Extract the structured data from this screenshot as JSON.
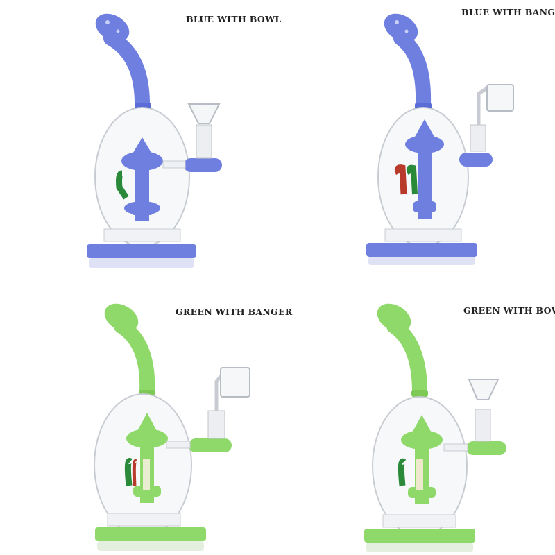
{
  "products": [
    {
      "label": "BLUE WITH BOWL",
      "color": "#6f7fe0",
      "dark": "#4a5bc8",
      "attachment": "bowl"
    },
    {
      "label": "BLUE WITH BANGER",
      "color": "#6f7fe0",
      "dark": "#4a5bc8",
      "attachment": "banger"
    },
    {
      "label": "GREEN WITH BANGER",
      "color": "#8fd86a",
      "dark": "#6cbd45",
      "attachment": "banger"
    },
    {
      "label": "GREEN WITH BOWL",
      "color": "#8fd86a",
      "dark": "#6cbd45",
      "attachment": "bowl"
    }
  ]
}
